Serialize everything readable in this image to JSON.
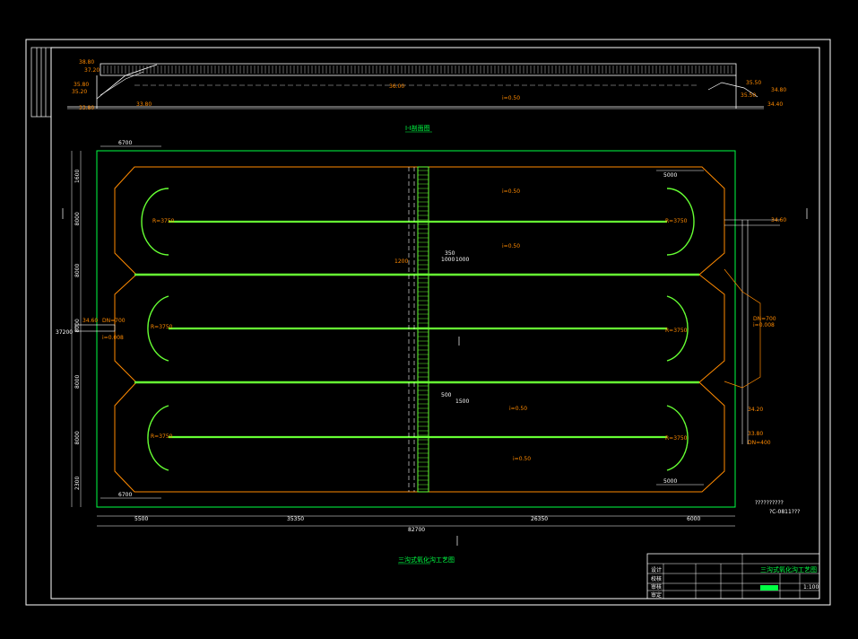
{
  "colors": {
    "frame": "#ffffff",
    "channel": "#66ff33",
    "wall": "#ff8a00",
    "dim": "#ffffff",
    "pipe": "#00ff44",
    "label": "#ff8a00"
  },
  "section": {
    "title": "I-I剖面图",
    "levels_left": [
      "38.80",
      "37.20",
      "35.80",
      "35.20",
      "33.80"
    ],
    "levels_mid": [
      "36.00",
      "33.80"
    ],
    "mid_note": "i=0.50",
    "levels_right": [
      "35.50",
      "34.80",
      "35.50",
      "34.40"
    ]
  },
  "plan": {
    "title": "三沟式氧化沟工艺图",
    "total_width": "82700",
    "seg_widths": [
      "5500",
      "35350",
      "26350",
      "6000"
    ],
    "left_heights": [
      "1600",
      "8000",
      "8000",
      "8000",
      "8000",
      "8000",
      "2300"
    ],
    "total_height": "37200",
    "top_left_dim": "6700",
    "bottom_left_dim": "6700",
    "top_right_dim": "5000",
    "bottom_right_dim": "5000",
    "slopes": [
      "i=0.50",
      "i=0.50",
      "i=0.50",
      "i=0.50"
    ],
    "left_inlet": [
      "34.60",
      "DN=700",
      "i=0.008"
    ],
    "bridge_dims": [
      "1200",
      "350",
      "1000",
      "1000",
      "500",
      "1500"
    ],
    "curve_labels_left": [
      "R=3750",
      "R=3750",
      "R=3750"
    ],
    "curve_labels_right": [
      "R=3750",
      "R=3750",
      "R=3750"
    ],
    "right_outlet": [
      "34.60",
      "DN=700",
      "i=0.008",
      "34.20",
      "33.80",
      "DN=400"
    ],
    "scale_note": "??????????",
    "code_note": "?C-0811???"
  },
  "titleblock": {
    "drawing_name": "三沟式氧化沟工艺图",
    "rows": [
      "设计",
      "校核",
      "审核",
      "审定"
    ],
    "scale": "1:100"
  }
}
